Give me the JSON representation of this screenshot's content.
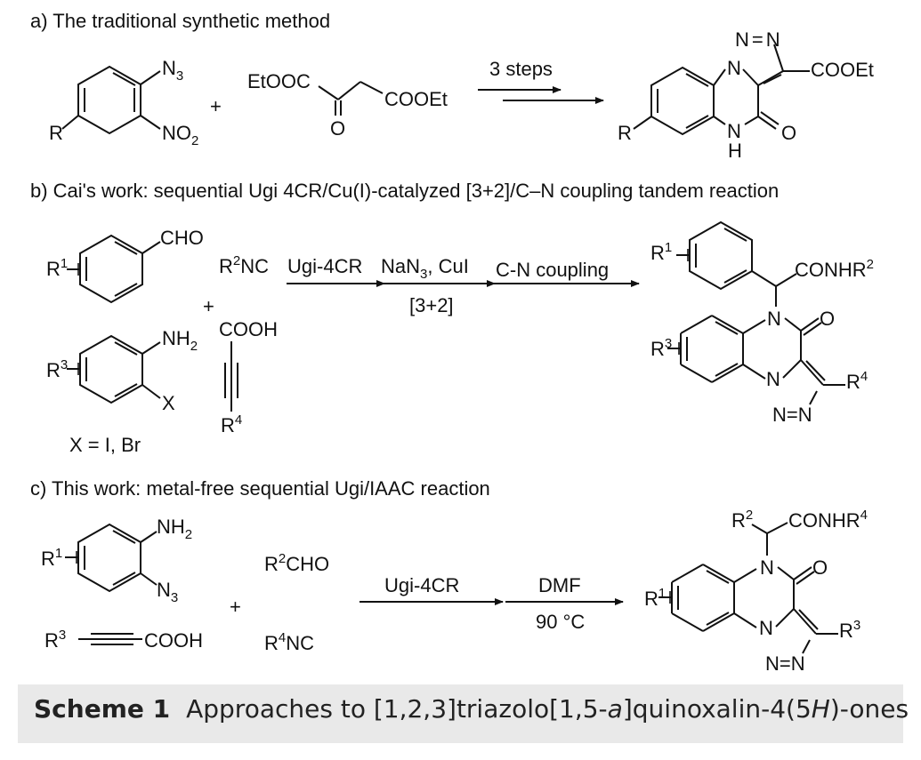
{
  "panels": [
    {
      "heading": "a) The traditional synthetic method",
      "plus": "+",
      "arrow_top": "3 steps",
      "reactant1": {
        "N3": "N",
        "N3_sub": "3",
        "NO2": "NO",
        "NO2_sub": "2",
        "R": "R"
      },
      "reactant2": {
        "EtOOC": "EtOOC",
        "COOEt": "COOEt",
        "O": "O"
      },
      "product": {
        "N_top": "N",
        "N_right": "N",
        "N_ring": "N",
        "COOEt": "COOEt",
        "R": "R",
        "NH_N": "N",
        "NH_H": "H",
        "O": "O"
      }
    },
    {
      "heading": "b) Cai's work:  sequential Ugi 4CR/Cu(I)-catalyzed [3+2]/C–N coupling tandem reaction",
      "plus": "+",
      "aldehyde": {
        "CHO": "CHO",
        "R": "R",
        "R_sup": "1"
      },
      "isocyanide": {
        "R": "R",
        "R_sup": "2",
        "NC": "NC"
      },
      "aniline": {
        "NH2": "NH",
        "NH2_sub": "2",
        "X": "X",
        "R": "R",
        "R_sup": "3"
      },
      "acid": {
        "COOH": "COOH",
        "R": "R",
        "R_sup": "4"
      },
      "x_note": "X = I, Br",
      "arrow1": "Ugi-4CR",
      "arrow2_top": "NaN",
      "arrow2_top_sub": "3",
      "arrow2_top_rest": ", CuI",
      "arrow2_bottom": "[3+2]",
      "arrow3": "C-N coupling",
      "product": {
        "R1": "R",
        "R1_sup": "1",
        "CONHR": "CONHR",
        "CONHR_sup": "2",
        "N_amide": "N",
        "O": "O",
        "R3": "R",
        "R3_sup": "3",
        "N_ring": "N",
        "R4": "R",
        "R4_sup": "4",
        "NN": "N=N"
      }
    },
    {
      "heading": "c) This work: metal-free sequential Ugi/IAAC reaction",
      "plus": "+",
      "azide": {
        "NH2": "NH",
        "NH2_sub": "2",
        "N3": "N",
        "N3_sub": "3",
        "R": "R",
        "R_sup": "1"
      },
      "alkyne": {
        "R": "R",
        "R_sup": "3",
        "COOH": "COOH"
      },
      "aldehyde": {
        "R": "R",
        "R_sup": "2",
        "CHO": "CHO"
      },
      "isocyanide": {
        "R": "R",
        "R_sup": "4",
        "NC": "NC"
      },
      "arrow1": "Ugi-4CR",
      "arrow2_top": "DMF",
      "arrow2_bottom": "90 °C",
      "product": {
        "R2": "R",
        "R2_sup": "2",
        "CONHR": "CONHR",
        "CONHR_sup": "4",
        "N_amide": "N",
        "O": "O",
        "R1": "R",
        "R1_sup": "1",
        "N_ring": "N",
        "R3": "R",
        "R3_sup": "3",
        "NN": "N=N"
      }
    }
  ],
  "caption": {
    "label": "Scheme 1",
    "text_a": "Approaches to [1,2,3]triazolo[1,5-",
    "text_italic_a": "a",
    "text_b": "]quinoxalin-4(5",
    "text_italic_h": "H",
    "text_c": ")-ones"
  }
}
